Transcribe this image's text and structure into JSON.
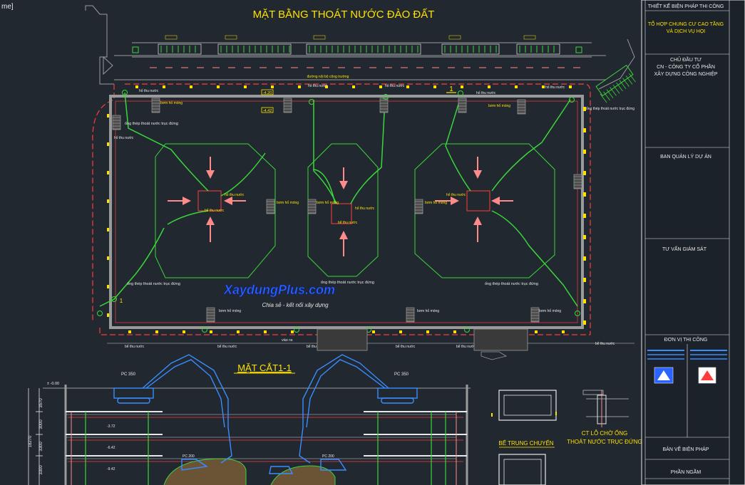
{
  "window": {
    "tab_fragment": "me]"
  },
  "drawing": {
    "title": "MẶT BẰNG THOÁT NƯỚC ĐÀO ĐẤT",
    "section_title": "MẶT CẮT1-1",
    "road_label": "đường nội bộ công trường",
    "exit_label": "vào ra",
    "pipe_label": "ống thép thoát nước trục đứng",
    "collector_label": "hố thu nước",
    "pump_label": "bơm hố móng",
    "tank_label": "bể thu nước",
    "elev_1": "-4.20",
    "elev_2": "-4.42",
    "mark_1": "1",
    "mark_2": "1",
    "watermark_main": "XaydungPlus.com",
    "watermark_sub": "Chia sẻ - kết nối xây dựng",
    "detail_tank": "BỂ TRUNG CHUYỂN",
    "detail_hole_1": "CT LỖ CHỜ ỐNG",
    "detail_hole_2": "THOÁT NƯỚC TRỤC ĐỨNG",
    "excavator_1": "PC 350",
    "excavator_2": "PC 350",
    "excavator_3": "PC 200",
    "excavator_4": "PC 200",
    "dims": [
      "3570",
      "3000",
      "3300",
      "3300",
      "18270"
    ],
    "levels": [
      "± -0.00",
      "-3.72",
      "-6.42",
      "-9.42"
    ]
  },
  "title_block": {
    "header": "THIẾT KẾ BIỆN PHÁP THI CÔNG",
    "project_1": "TỔ HỢP CHUNG CƯ CAO TẦNG",
    "project_2": "VÀ DỊCH VỤ HỌI",
    "owner_caption": "CHỦ ĐẦU TƯ",
    "owner_1": "CN - CÔNG TY CỔ PHẦN",
    "owner_2": "XÂY DỰNG CÔNG NGHIỆP",
    "pm_board": "BAN QUẢN LÝ DỰ ÁN",
    "supervisor": "TƯ VẤN GIÁM SÁT",
    "contractor": "ĐƠN VỊ THI CÔNG",
    "drawing_type": "BẢN VẼ BIỆN PHÁP",
    "drawing_part": "PHẦN NGẦM"
  },
  "colors": {
    "background": "#212830",
    "green": "#3ad63a",
    "red": "#ff3b3b",
    "yellow": "#ffe100",
    "blue": "#3a8cff",
    "gray": "#9a9a9a",
    "white": "#e8e8e8",
    "pink": "#ff8a8a"
  }
}
